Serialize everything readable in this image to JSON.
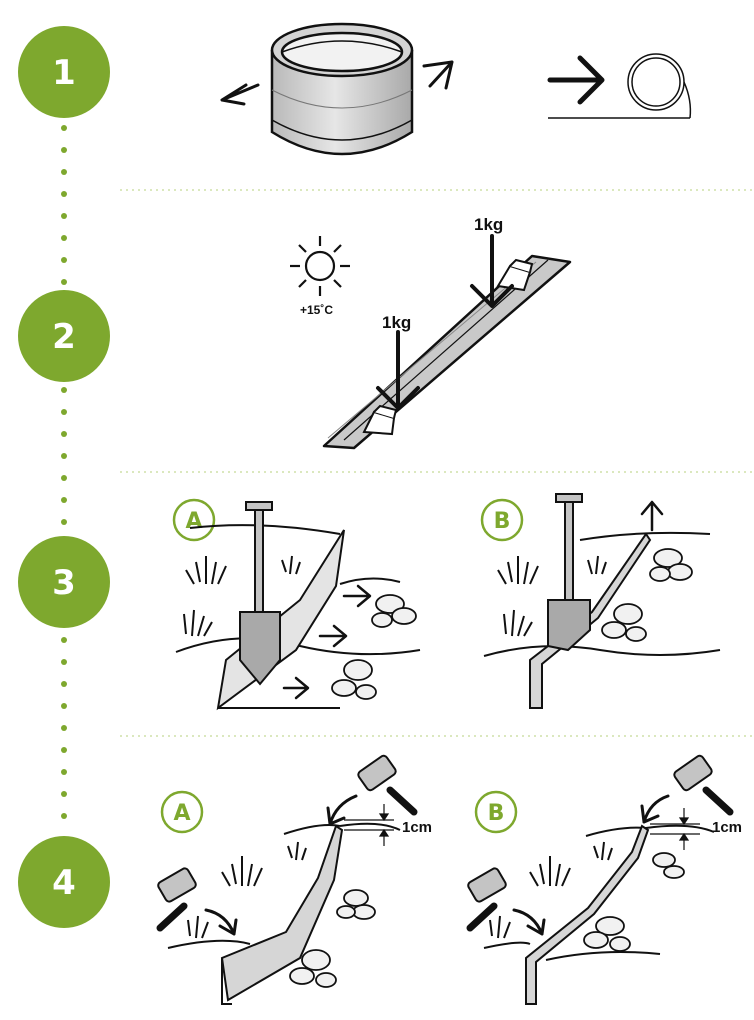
{
  "accent_color": "#7ea82e",
  "steps": [
    {
      "number": "1"
    },
    {
      "number": "2",
      "temperature": "+15˚C",
      "weight_top": "1kg",
      "weight_bottom": "1kg"
    },
    {
      "number": "3",
      "option_a": "A",
      "option_b": "B"
    },
    {
      "number": "4",
      "option_a": "A",
      "option_b": "B",
      "gap_a": "1cm",
      "gap_b": "1cm"
    }
  ]
}
